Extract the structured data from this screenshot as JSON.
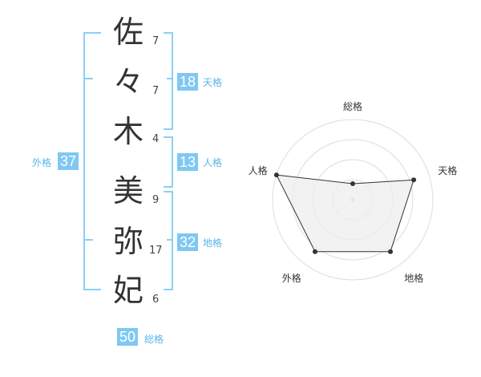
{
  "name": {
    "characters": [
      {
        "char": "佐",
        "strokes": "7"
      },
      {
        "char": "々",
        "strokes": "7"
      },
      {
        "char": "木",
        "strokes": "4"
      },
      {
        "char": "美",
        "strokes": "9"
      },
      {
        "char": "弥",
        "strokes": "17"
      },
      {
        "char": "妃",
        "strokes": "6"
      }
    ]
  },
  "kaku": {
    "tenkaku": {
      "value": "18",
      "label": "天格"
    },
    "jinkaku": {
      "value": "13",
      "label": "人格"
    },
    "chikaku": {
      "value": "32",
      "label": "地格"
    },
    "gaikaku": {
      "value": "37",
      "label": "外格"
    },
    "soukaku": {
      "value": "50",
      "label": "総格"
    }
  },
  "chart_data": {
    "type": "radar",
    "axes": [
      "総格",
      "天格",
      "地格",
      "外格",
      "人格"
    ],
    "values": [
      1,
      4,
      4,
      4,
      5
    ],
    "range": [
      0,
      5
    ],
    "rings": 4
  },
  "colors": {
    "accent": "#7fc8f2",
    "bracket": "#8ccff4",
    "radar_fill": "#eeeeee",
    "radar_line": "#333333"
  }
}
